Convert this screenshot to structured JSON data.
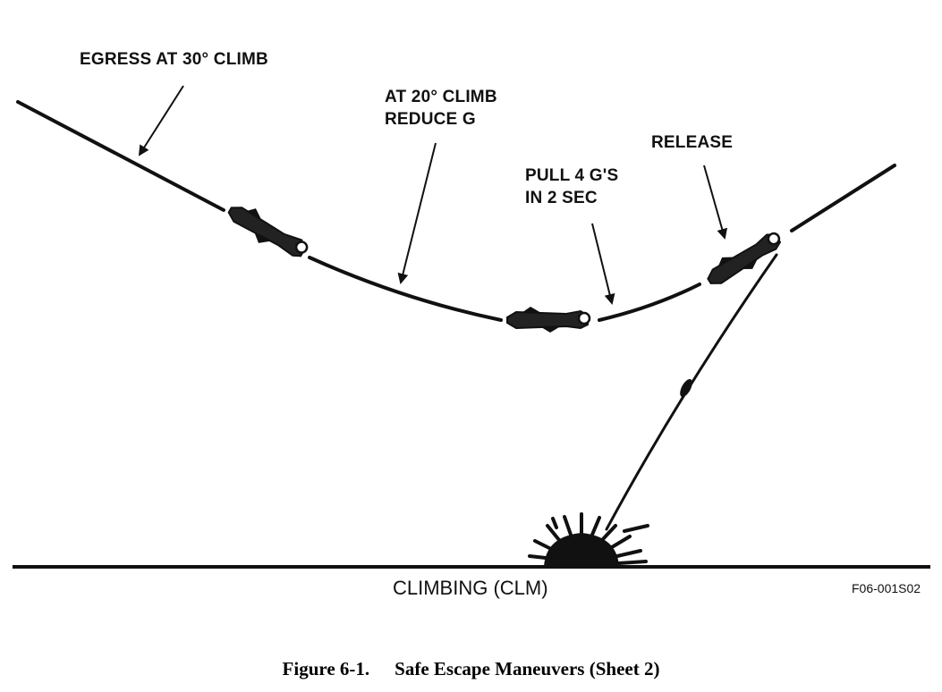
{
  "diagram": {
    "labels": {
      "egress": "EGRESS AT 30° CLIMB",
      "reduce_line1": "AT 20° CLIMB",
      "reduce_line2": "REDUCE G",
      "pull_line1": "PULL 4 G'S",
      "pull_line2": "IN 2 SEC",
      "release": "RELEASE"
    },
    "subtitle": "CLIMBING (CLM)",
    "figure_code": "F06-001S02",
    "icons": [
      "aircraft-icon",
      "bomb-icon",
      "explosion-icon"
    ]
  },
  "caption": {
    "number": "Figure 6-1.",
    "title": "Safe Escape Maneuvers (Sheet 2)"
  }
}
